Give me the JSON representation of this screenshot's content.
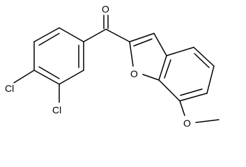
{
  "diagram_type": "chemical-structure",
  "colors": {
    "line": "#000000",
    "background": "#ffffff"
  },
  "atoms": {
    "oxygen_carbonyl": "O",
    "oxygen_furan": "O",
    "oxygen_methoxy": "O",
    "chlorine_upper": "Cl",
    "chlorine_lower": "Cl"
  }
}
